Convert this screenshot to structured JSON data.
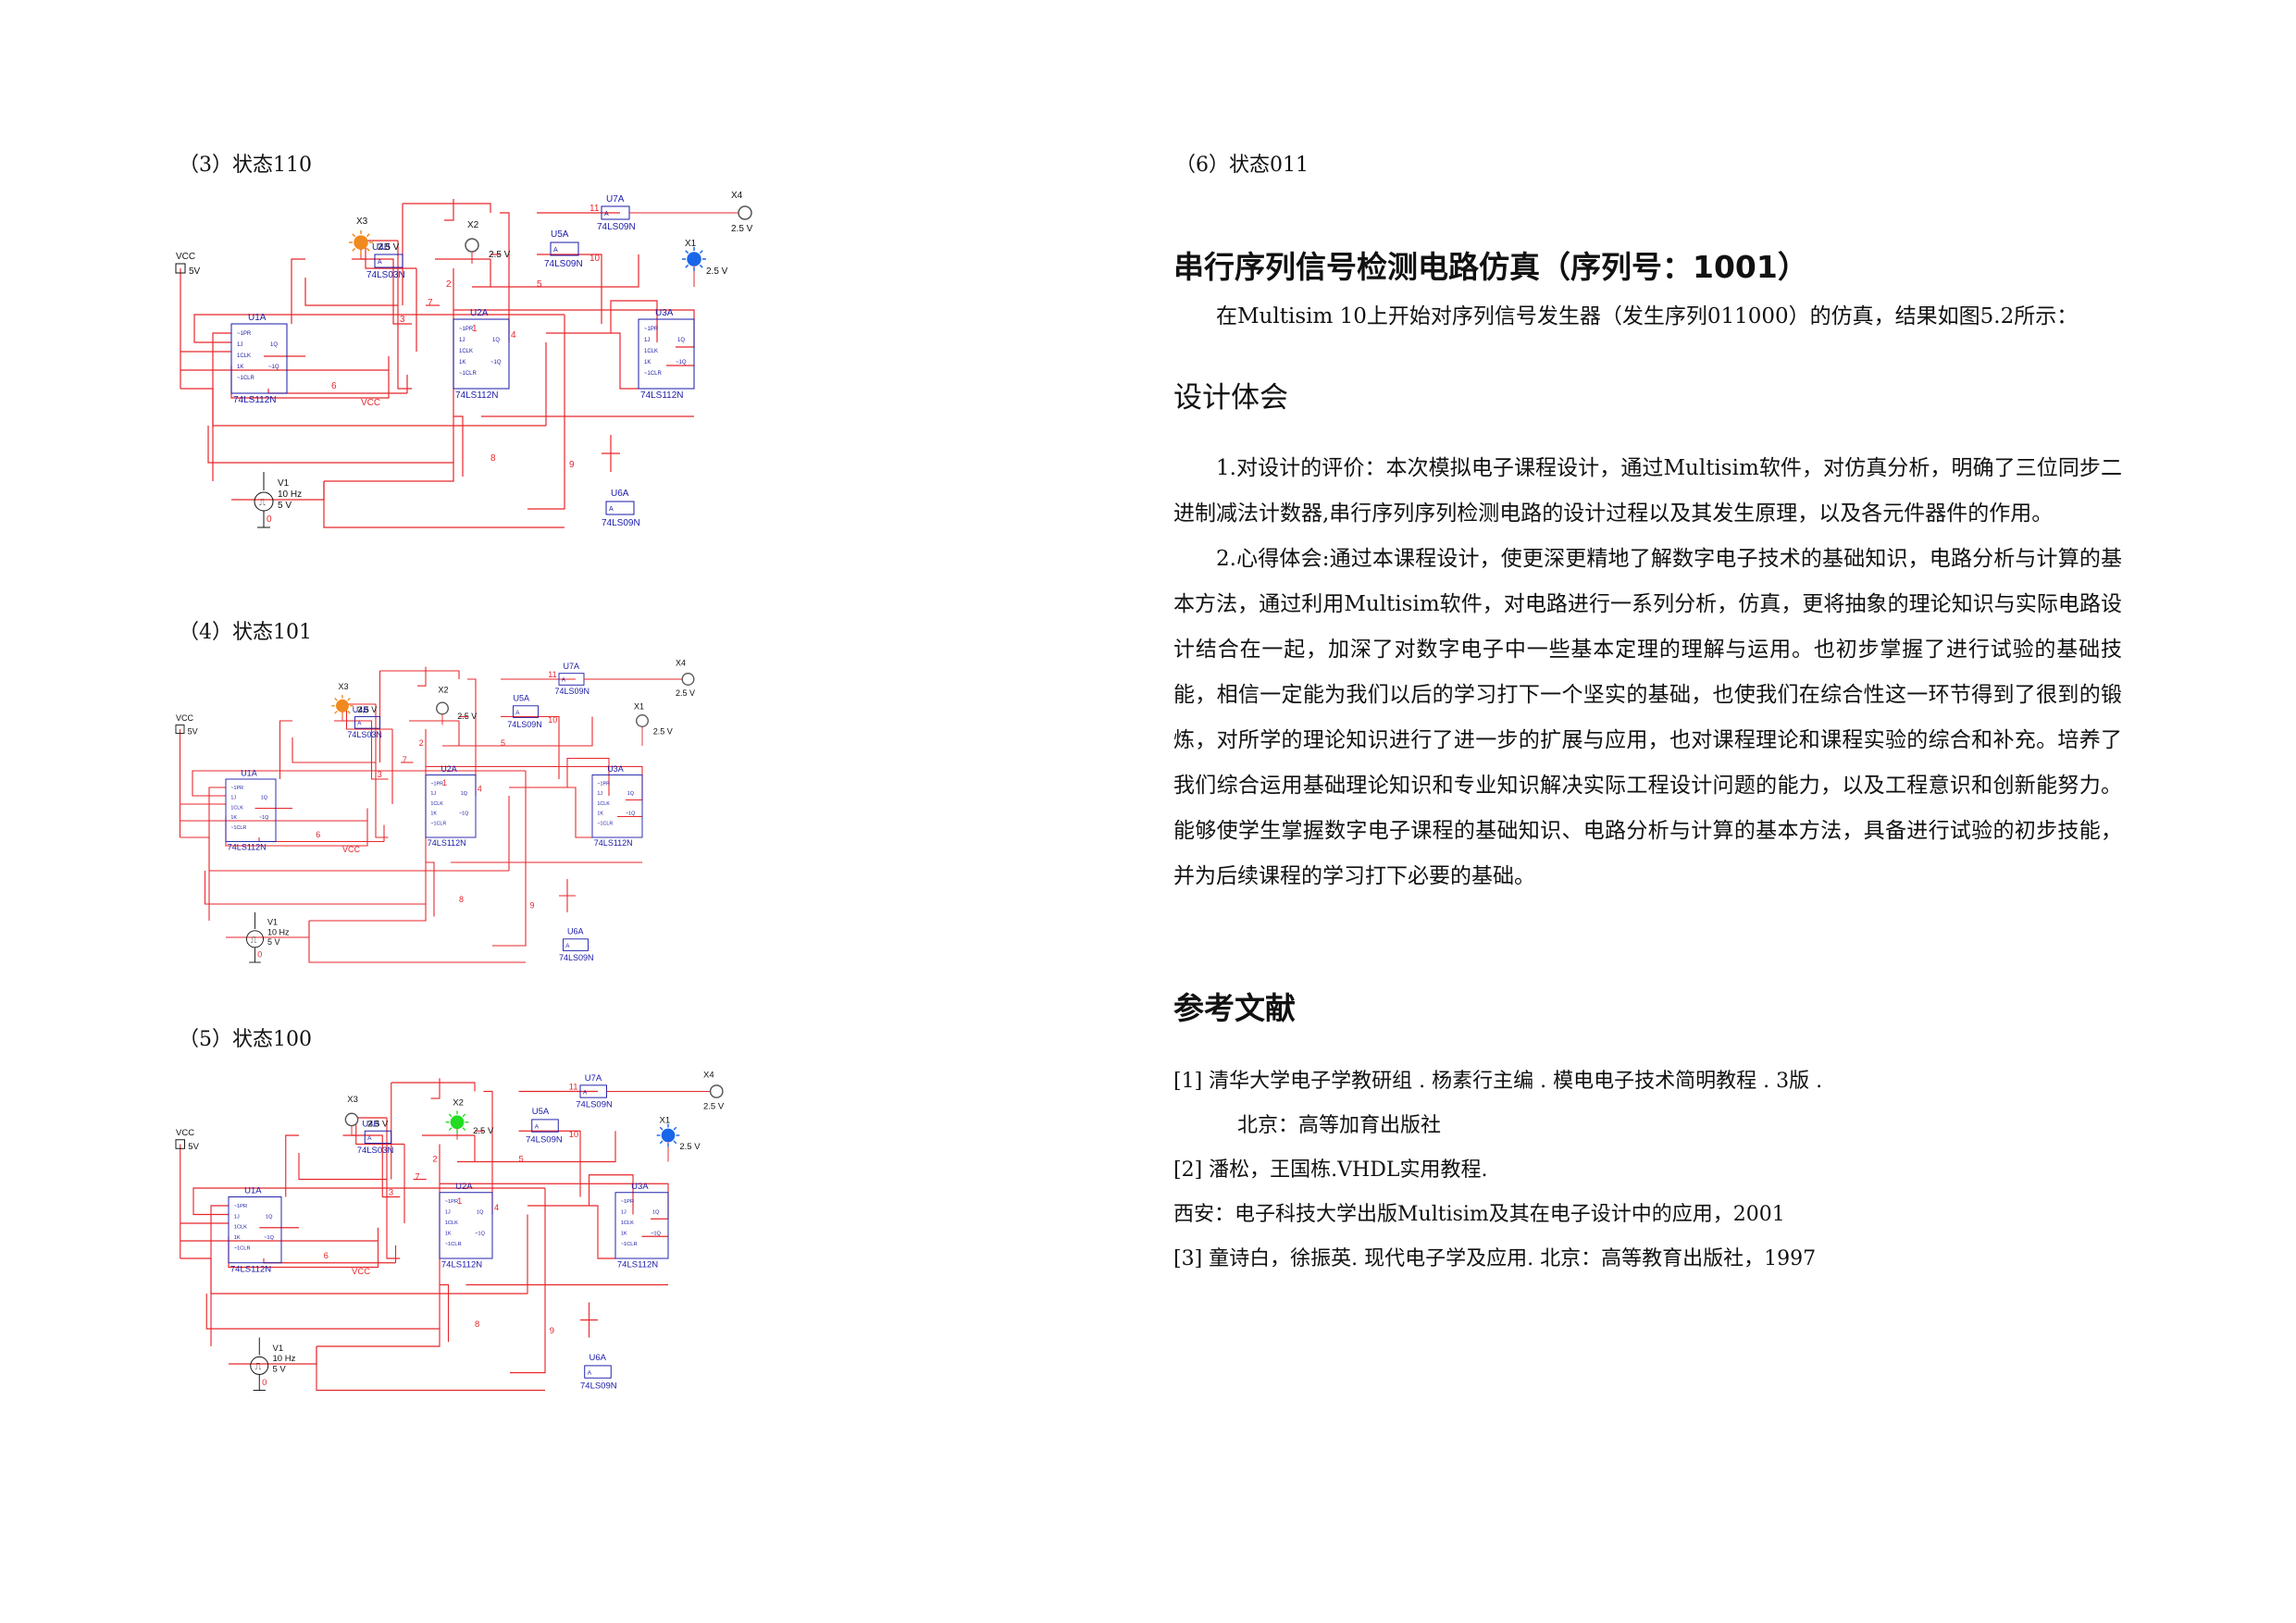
{
  "left": {
    "captions": [
      "（3）状态110",
      "（4）状态101",
      "（5）状态100"
    ]
  },
  "circuit": {
    "vcc": "VCC",
    "vcc_val": "5V",
    "source_name": "V1",
    "source_freq": "10 Hz",
    "source_amp": "5 V",
    "ground_net": "0",
    "probe_val": "2.5 V",
    "x1": "X1",
    "x2": "X2",
    "x3": "X3",
    "x4": "X4",
    "u1": "U1A",
    "u2": "U2A",
    "u3": "U3A",
    "jk_part": "74LS112N",
    "u4": "U4B",
    "u4_part": "74LS03N",
    "u5": "U5A",
    "u6": "U6A",
    "u7": "U7A",
    "and_part": "74LS09N",
    "vcc_wire": "VCC",
    "pins": [
      "~1PR",
      "1J",
      "1CLK",
      "1K",
      "~1CLR",
      "1Q",
      "~1Q"
    ],
    "nets": [
      "1",
      "2",
      "3",
      "4",
      "5",
      "6",
      "7",
      "8",
      "9",
      "10",
      "11"
    ],
    "gate_pin": "A"
  },
  "right": {
    "caption": "（6）状态011",
    "title": "串行序列信号检测电路仿真（序列号：1001）",
    "intro": "在Multisim 10上开始对序列信号发生器（发生序列011000）的仿真，结果如图5.2所示：",
    "section1": "设计体会",
    "paragraphs": [
      "1.对设计的评价：本次模拟电子课程设计，通过Multisim软件，对仿真分析，明确了三位同步二进制减法计数器,串行序列序列检测电路的设计过程以及其发生原理，以及各元件器件的作用。",
      "2.心得体会:通过本课程设计，使更深更精地了解数字电子技术的基础知识，电路分析与计算的基本方法，通过利用Multisim软件，对电路进行一系列分析，仿真，更将抽象的理论知识与实际电路设计结合在一起，加深了对数字电子中一些基本定理的理解与运用。也初步掌握了进行试验的基础技能，相信一定能为我们以后的学习打下一个坚实的基础，也使我们在综合性这一环节得到了很到的锻炼，对所学的理论知识进行了进一步的扩展与应用，也对课程理论和课程实验的综合和补充。培养了我们综合运用基础理论知识和专业知识解决实际工程设计问题的能力，以及工程意识和创新能努力。能够使学生掌握数字电子课程的基础知识、电路分析与计算的基本方法，具备进行试验的初步技能，并为后续课程的学习打下必要的基础。"
    ],
    "section2": "参考文献",
    "refs": [
      "[1]  清华大学电子学教研组 .  杨素行主编 .  模电电子技术简明教程 .  3版 .",
      "北京：高等加育出版社",
      "[2]    潘松，王国栋.VHDL实用教程.",
      "西安：电子科技大学出版Multisim及其在电子设计中的应用，2001",
      "[3]    童诗白，徐振英. 现代电子学及应用. 北京：高等教育出版社，1997"
    ]
  },
  "colors": {
    "wire": "#e8262b",
    "component": "#1a1aa8",
    "led_on_orange": "#f08a1e",
    "led_on_blue": "#1a66e8",
    "led_on_green": "#22dd22"
  },
  "probe_states": [
    {
      "x3": "orange",
      "x2": "off",
      "x1": "blue"
    },
    {
      "x3": "orange",
      "x2": "off",
      "x1": "off"
    },
    {
      "x3": "off",
      "x2": "green",
      "x1": "blue"
    }
  ]
}
